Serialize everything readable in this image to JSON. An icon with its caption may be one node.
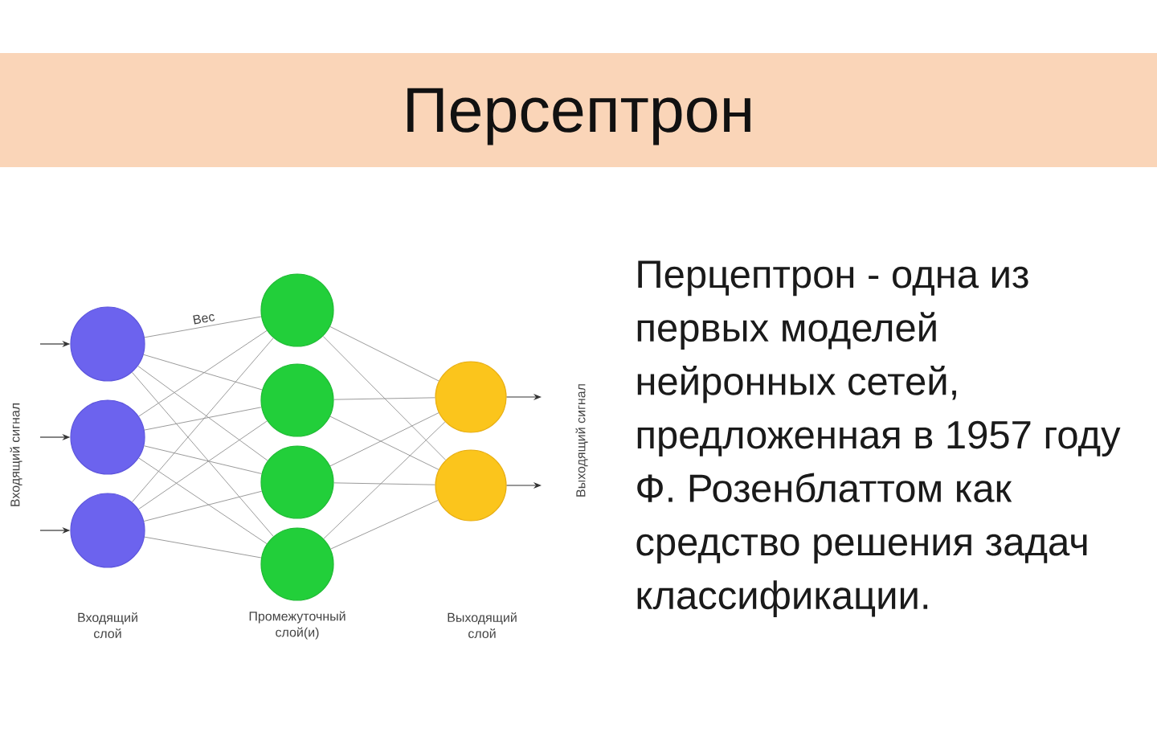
{
  "diagram": {
    "title": "Персептрон",
    "nodes": [
      {
        "text": [],
        "shape": "circle"
      },
      {
        "text": [],
        "shape": "circle"
      },
      {
        "text": [],
        "shape": "circle"
      },
      {
        "text": [],
        "shape": "circle"
      },
      {
        "text": [],
        "shape": "circle"
      },
      {
        "text": [],
        "shape": "circle"
      },
      {
        "text": [],
        "shape": "circle"
      },
      {
        "text": [],
        "shape": "circle"
      },
      {
        "text": [],
        "shape": "circle"
      }
    ],
    "edges": [
      {
        "from": null,
        "to": 0,
        "arrow": "to",
        "color": "#333333"
      },
      {
        "from": null,
        "to": 1,
        "arrow": "to",
        "color": "#333333"
      },
      {
        "from": null,
        "to": 2,
        "arrow": "to",
        "color": "#333333"
      },
      {
        "from": 0,
        "to": 3,
        "arrow": "none",
        "label": "Вес"
      },
      {
        "from": 0,
        "to": 4,
        "arrow": "none"
      },
      {
        "from": 0,
        "to": 5,
        "arrow": "none"
      },
      {
        "from": 0,
        "to": 6,
        "arrow": "none"
      },
      {
        "from": 1,
        "to": 3,
        "arrow": "none"
      },
      {
        "from": 1,
        "to": 4,
        "arrow": "none"
      },
      {
        "from": 1,
        "to": 5,
        "arrow": "none"
      },
      {
        "from": 1,
        "to": 6,
        "arrow": "none"
      },
      {
        "from": 2,
        "to": 3,
        "arrow": "none"
      },
      {
        "from": 2,
        "to": 4,
        "arrow": "none"
      },
      {
        "from": 2,
        "to": 5,
        "arrow": "none"
      },
      {
        "from": 2,
        "to": 6,
        "arrow": "none"
      },
      {
        "from": 3,
        "to": 7,
        "arrow": "none"
      },
      {
        "from": 3,
        "to": 8,
        "arrow": "none"
      },
      {
        "from": 4,
        "to": 7,
        "arrow": "none"
      },
      {
        "from": 4,
        "to": 8,
        "arrow": "none"
      },
      {
        "from": 5,
        "to": 7,
        "arrow": "none"
      },
      {
        "from": 5,
        "to": 8,
        "arrow": "none"
      },
      {
        "from": 6,
        "to": 7,
        "arrow": "none"
      },
      {
        "from": 6,
        "to": 8,
        "arrow": "none"
      },
      {
        "from": 7,
        "to": null,
        "arrow": "to",
        "color": "#333333"
      },
      {
        "from": 8,
        "to": null,
        "arrow": "to",
        "color": "#333333"
      }
    ],
    "labels": [
      "Входящий сигнал",
      "Выходящий сигнал",
      "Входящий слой",
      "Промежуточный слой(и)",
      "Выходящий слой",
      "Перцептрон - одна из первых моделей нейронных сетей, предложенная в 1957 году Ф. Розенблаттом как средство решения задач классификации."
    ]
  }
}
